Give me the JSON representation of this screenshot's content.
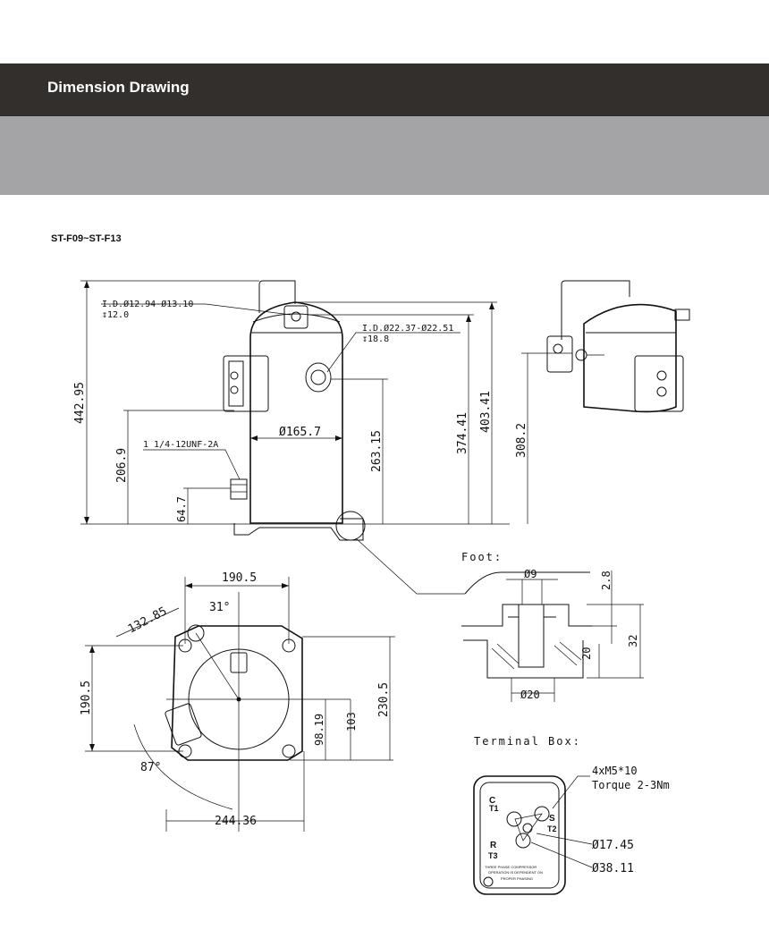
{
  "header": {
    "title": "Dimension Drawing"
  },
  "model": "ST-F09~ST-F13",
  "front": {
    "suction_conn": "I.D.Ø12.94-Ø13.10",
    "suction_depth": "↧12.0",
    "discharge_conn": "I.D.Ø22.37-Ø22.51",
    "discharge_depth": "↧18.8",
    "oil_fitting": "1 1/4-12UNF-2A",
    "dim_442": "442.95",
    "dim_206": "206.9",
    "dim_64": "64.7",
    "dim_dia": "Ø165.7",
    "dim_263": "263.15",
    "dim_374": "374.41",
    "dim_403": "403.41",
    "dim_308": "308.2"
  },
  "plan": {
    "dim_190_top": "190.5",
    "dim_132": "132.85",
    "angle_31": "31°",
    "dim_190_left": "190.5",
    "dim_98": "98.19",
    "dim_103": "103",
    "dim_230": "230.5",
    "angle_87": "87°",
    "dim_244": "244.36"
  },
  "foot": {
    "label": "Foot:",
    "dim_9": "Ø9",
    "dim_28": "2.8",
    "dim_20": "20",
    "dim_32": "32",
    "dim_20d": "Ø20"
  },
  "terminal": {
    "label": "Terminal Box:",
    "bolts": "4xM5*10",
    "torque": "Torque 2-3Nm",
    "dim_17": "Ø17.45",
    "dim_38": "Ø38.11",
    "c": "C",
    "t1": "T1",
    "s": "S",
    "t2": "T2",
    "r": "R",
    "t3": "T3",
    "note1": "THREE PHASE COMPRESSOR",
    "note2": "OPERATION IS DEPENDENT ON",
    "note3": "PROPER PHASING"
  }
}
